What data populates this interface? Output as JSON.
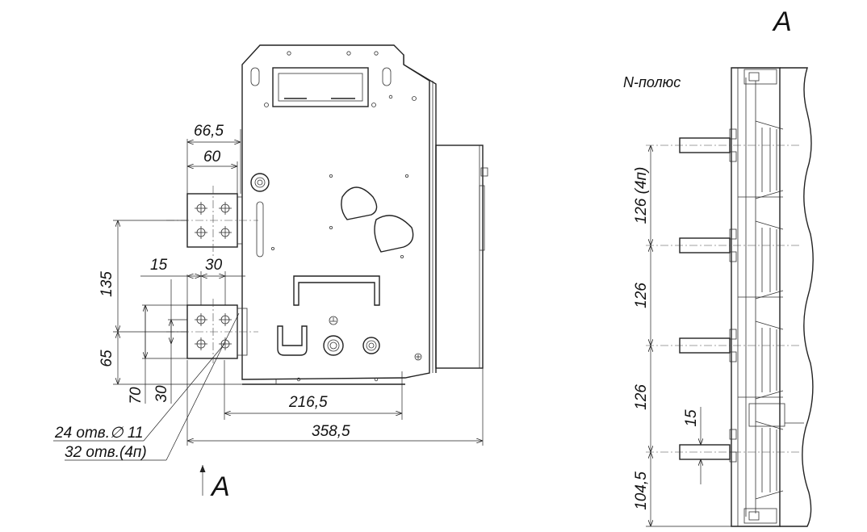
{
  "view_labels": {
    "view_a_marker": "A",
    "view_a_title": "A"
  },
  "side_view": {
    "pole_label": "N-полюс",
    "dims": {
      "d126_4p": "126 (4п)",
      "d126_a": "126",
      "d126_b": "126",
      "d15": "15",
      "d104_5": "104,5"
    }
  },
  "front_view": {
    "dims": {
      "d66_5": "66,5",
      "d60": "60",
      "d15": "15",
      "d30_top": "30",
      "d135": "135",
      "d65": "65",
      "d70": "70",
      "d30_vert": "30",
      "d216_5": "216,5",
      "d358_5": "358,5"
    },
    "holes_note_1": "24 отв.∅ 11",
    "holes_note_2": "32 отв.(4п)"
  }
}
